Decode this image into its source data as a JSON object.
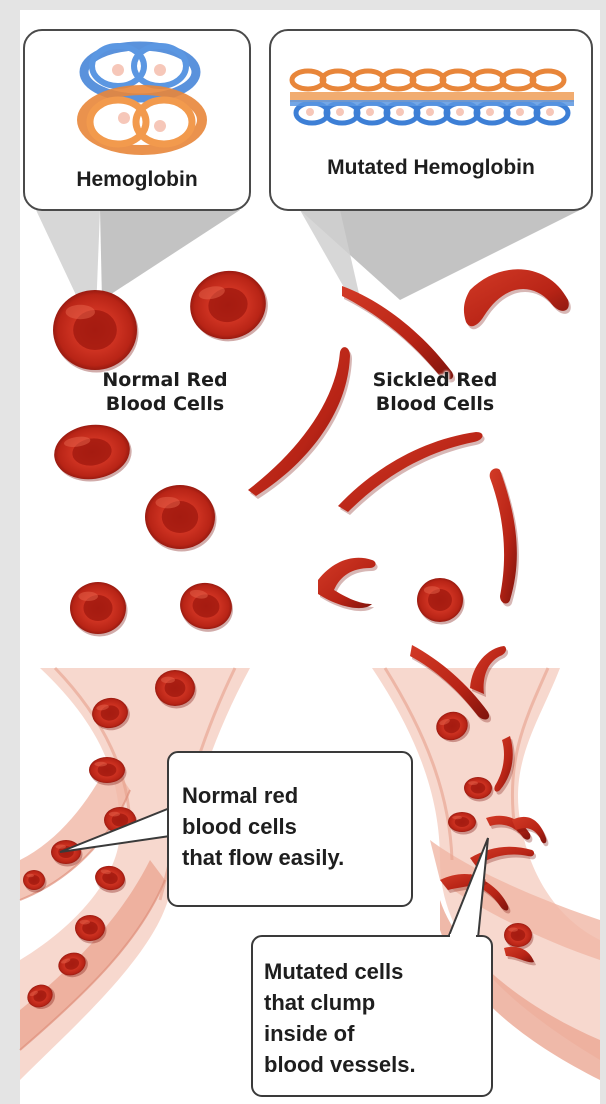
{
  "callouts": {
    "hemoglobin": "Hemoglobin",
    "mutated_hemoglobin": "Mutated Hemoglobin"
  },
  "labels": {
    "normal_cells_line1": "Normal Red",
    "normal_cells_line2": "Blood Cells",
    "sickled_cells_line1": "Sickled Red",
    "sickled_cells_line2": "Blood Cells"
  },
  "notes": {
    "normal_flow": [
      "Normal red",
      "blood cells",
      "that flow easily."
    ],
    "mutated_clump": [
      "Mutated cells",
      "that clump",
      "inside of",
      "blood vessels."
    ]
  },
  "colors": {
    "cell_red": "#c62a1c",
    "cell_dark": "#8f170f",
    "cell_highlight": "#e0503a",
    "vessel_pink": "#efb8a8",
    "protein_blue": "#3d7fd6",
    "protein_orange": "#e8863a",
    "frame_gray": "#d9d9d9"
  }
}
